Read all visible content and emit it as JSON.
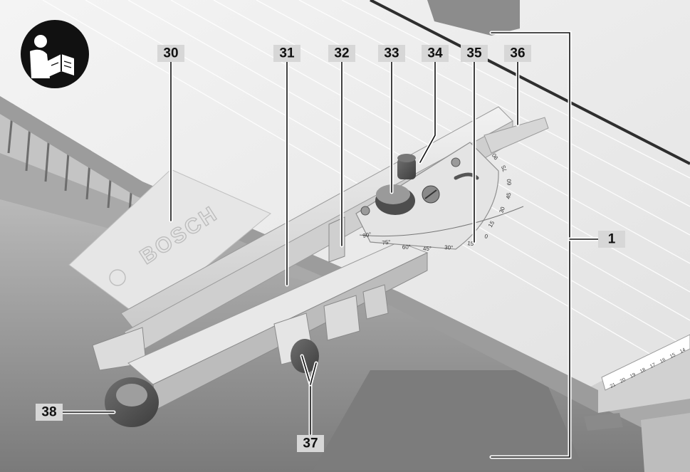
{
  "brand": "BOSCH",
  "icon": {
    "name": "read-manual-icon"
  },
  "callouts": [
    {
      "id": "30",
      "label": "30"
    },
    {
      "id": "31",
      "label": "31"
    },
    {
      "id": "32",
      "label": "32"
    },
    {
      "id": "33",
      "label": "33"
    },
    {
      "id": "34",
      "label": "34"
    },
    {
      "id": "35",
      "label": "35"
    },
    {
      "id": "36",
      "label": "36"
    },
    {
      "id": "1",
      "label": "1"
    },
    {
      "id": "37",
      "label": "37"
    },
    {
      "id": "38",
      "label": "38"
    }
  ],
  "protractor_scale": {
    "lower_labels": [
      "90°",
      "75°",
      "60°",
      "45°",
      "30°",
      "15",
      "0"
    ],
    "upper_labels": [
      "15",
      "30",
      "45",
      "60",
      "75",
      "90"
    ]
  },
  "ruler_labels": [
    "21",
    "20",
    "19",
    "18",
    "17",
    "16",
    "15",
    "14"
  ],
  "colors": {
    "callout_bg": "#d7d7d7",
    "table_surface": "#e9e9e9",
    "frame_dark": "#8e8e8e",
    "metal_light": "#e3e3e3",
    "icon_bg": "#111111"
  }
}
